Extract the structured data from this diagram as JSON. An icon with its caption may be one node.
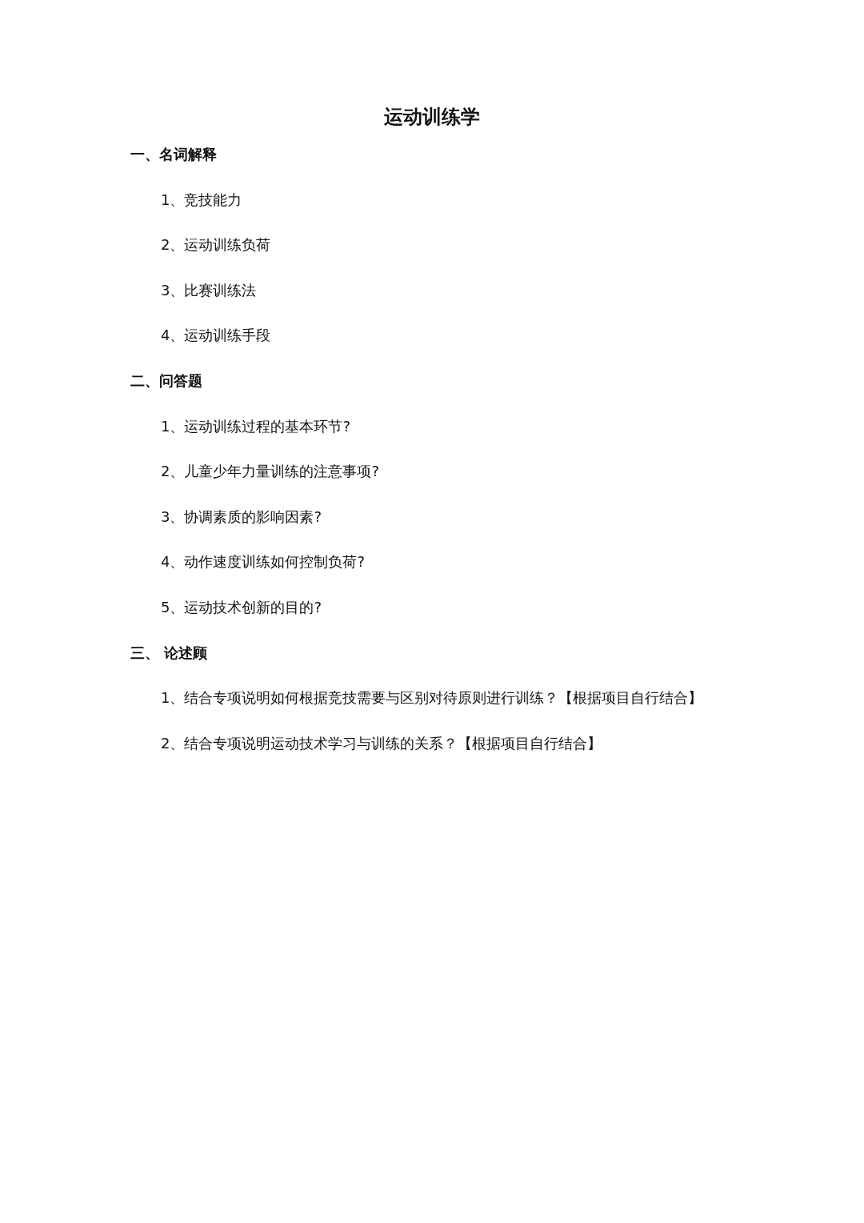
{
  "diagram": {
    "title": "运动训练学",
    "labels": [
      "一、名词解释",
      "1、竞技能力",
      "2、运动训练负荷",
      "3、比赛训练法",
      "4、运动训练手段",
      "二、问答题",
      "1、运动训练过程的基本环节?",
      "2、儿童少年力量训练的注意事项?",
      "3、协调素质的影响因素?",
      "4、动作速度训练如何控制负荷?",
      "5、运动技术创新的目的?",
      "三、 论述顾",
      "1、结合专项说明如何根据竞技需要与区别对待原则进行训练？【根据项目自行结合】",
      "2、结合专项说明运动技术学习与训练的关系？【根据项目自行结合】"
    ]
  }
}
